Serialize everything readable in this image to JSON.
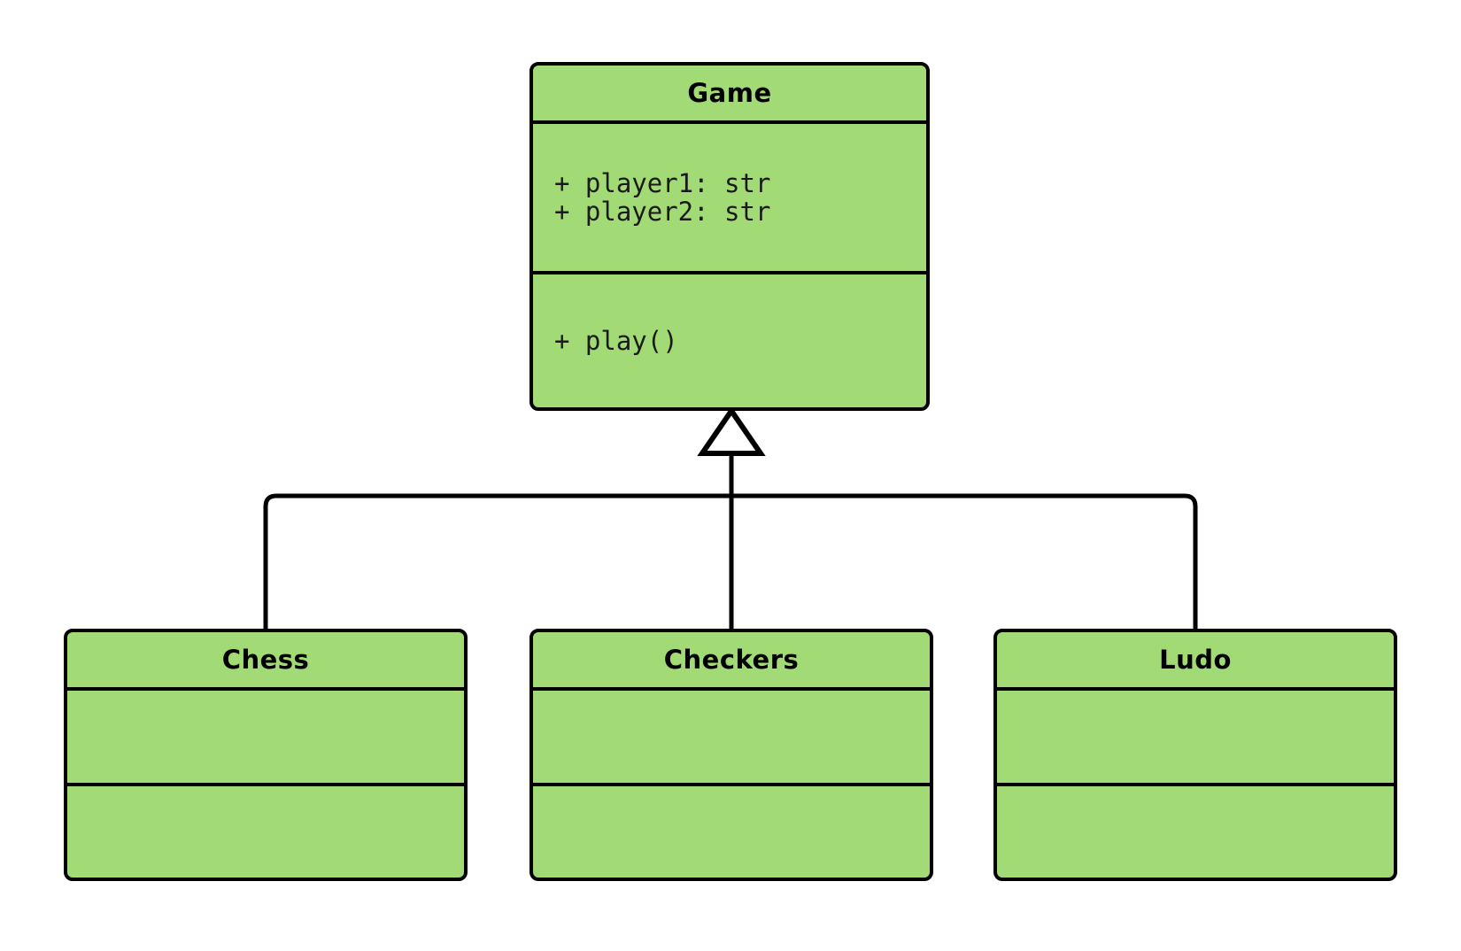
{
  "diagram": {
    "type": "uml-class-diagram",
    "title": "Game inheritance hierarchy",
    "background_color": "#ffffff",
    "class_fill_color": "#a2da76",
    "stroke_color": "#000000",
    "relationship": "generalization"
  },
  "classes": [
    {
      "id": "game",
      "name": "Game",
      "attributes": [
        "+ player1: str",
        "+ player2: str"
      ],
      "operations": [
        "+ play()"
      ]
    },
    {
      "id": "chess",
      "name": "Chess",
      "attributes": [],
      "operations": []
    },
    {
      "id": "checkers",
      "name": "Checkers",
      "attributes": [],
      "operations": []
    },
    {
      "id": "ludo",
      "name": "Ludo",
      "attributes": [],
      "operations": []
    }
  ]
}
